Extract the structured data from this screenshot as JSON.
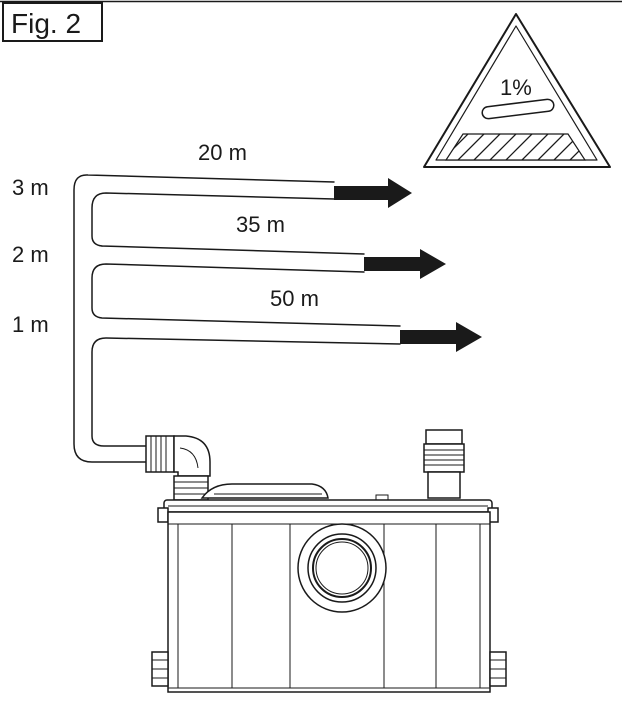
{
  "figure": {
    "label": "Fig. 2"
  },
  "warning": {
    "slope_text": "1%"
  },
  "heights": [
    {
      "label": "3 m"
    },
    {
      "label": "2 m"
    },
    {
      "label": "1 m"
    }
  ],
  "distances": [
    {
      "label": "20 m"
    },
    {
      "label": "35 m"
    },
    {
      "label": "50 m"
    }
  ]
}
